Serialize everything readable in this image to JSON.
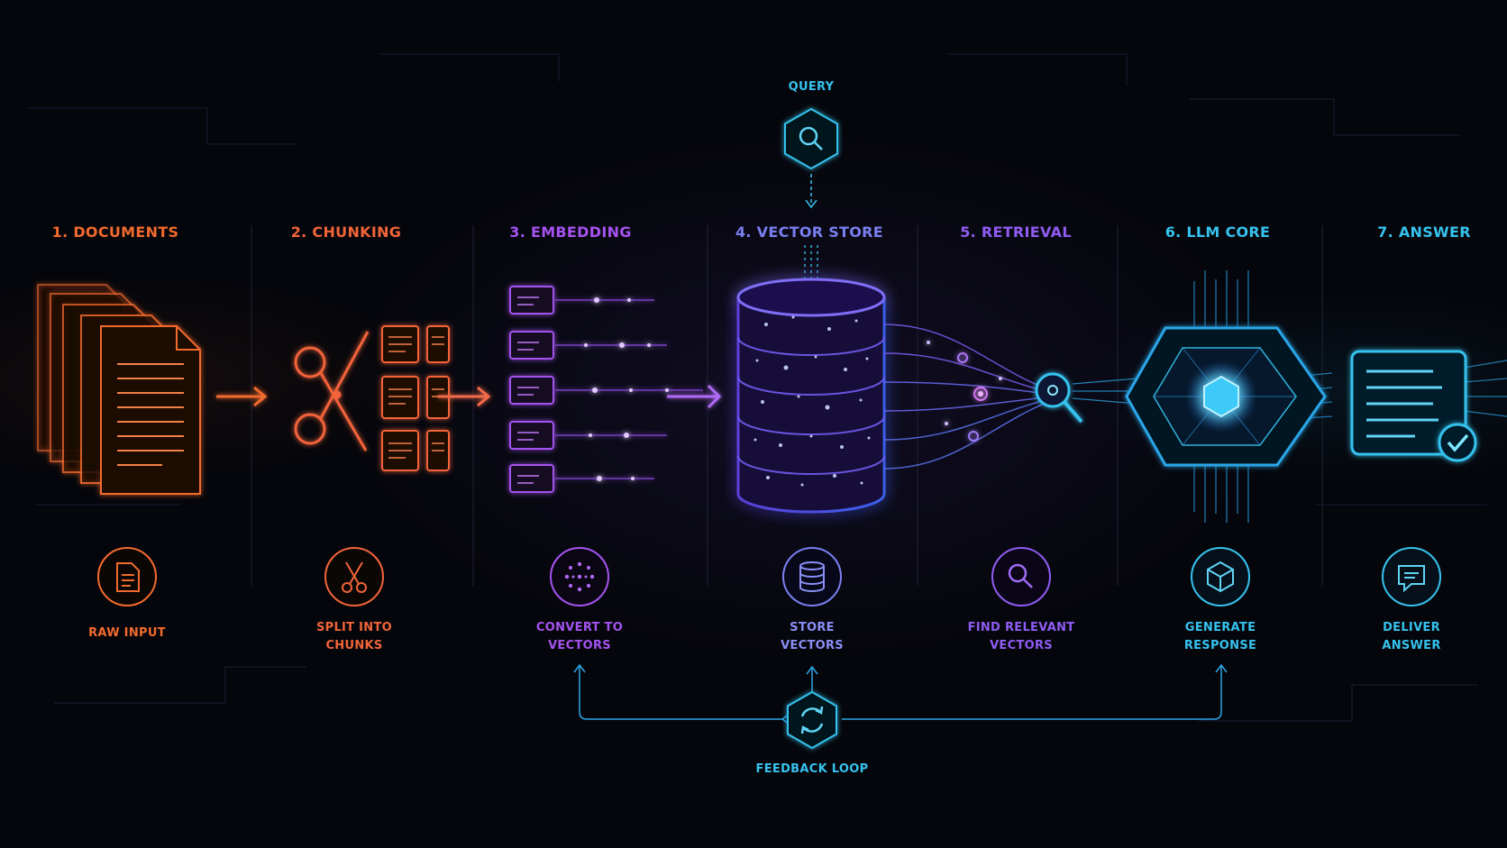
{
  "query": {
    "label": "QUERY",
    "icon": "search-icon",
    "color": "#36c2ee"
  },
  "stages": [
    {
      "title": "1. DOCUMENTS",
      "caption": [
        "RAW INPUT"
      ],
      "icon": "document-icon",
      "color": "#f26a2e"
    },
    {
      "title": "2. CHUNKING",
      "caption": [
        "SPLIT INTO",
        "CHUNKS"
      ],
      "icon": "scissors-icon",
      "color": "#f2643a"
    },
    {
      "title": "3. EMBEDDING",
      "caption": [
        "CONVERT TO",
        "VECTORS"
      ],
      "icon": "vector-dots-icon",
      "color": "#a553f0"
    },
    {
      "title": "4. VECTOR STORE",
      "caption": [
        "STORE",
        "VECTORS"
      ],
      "icon": "database-icon",
      "color": "#7a7ff0"
    },
    {
      "title": "5. RETRIEVAL",
      "caption": [
        "FIND RELEVANT",
        "VECTORS"
      ],
      "icon": "search-icon",
      "color": "#8f5cf2"
    },
    {
      "title": "6. LLM CORE",
      "caption": [
        "GENERATE",
        "RESPONSE"
      ],
      "icon": "cube-icon",
      "color": "#36c2ee"
    },
    {
      "title": "7. ANSWER",
      "caption": [
        "DELIVER",
        "ANSWER"
      ],
      "icon": "chat-icon",
      "color": "#36c2ee"
    }
  ],
  "feedback": {
    "label": "FEEDBACK LOOP",
    "icon": "refresh-icon",
    "color": "#36c2ee"
  }
}
